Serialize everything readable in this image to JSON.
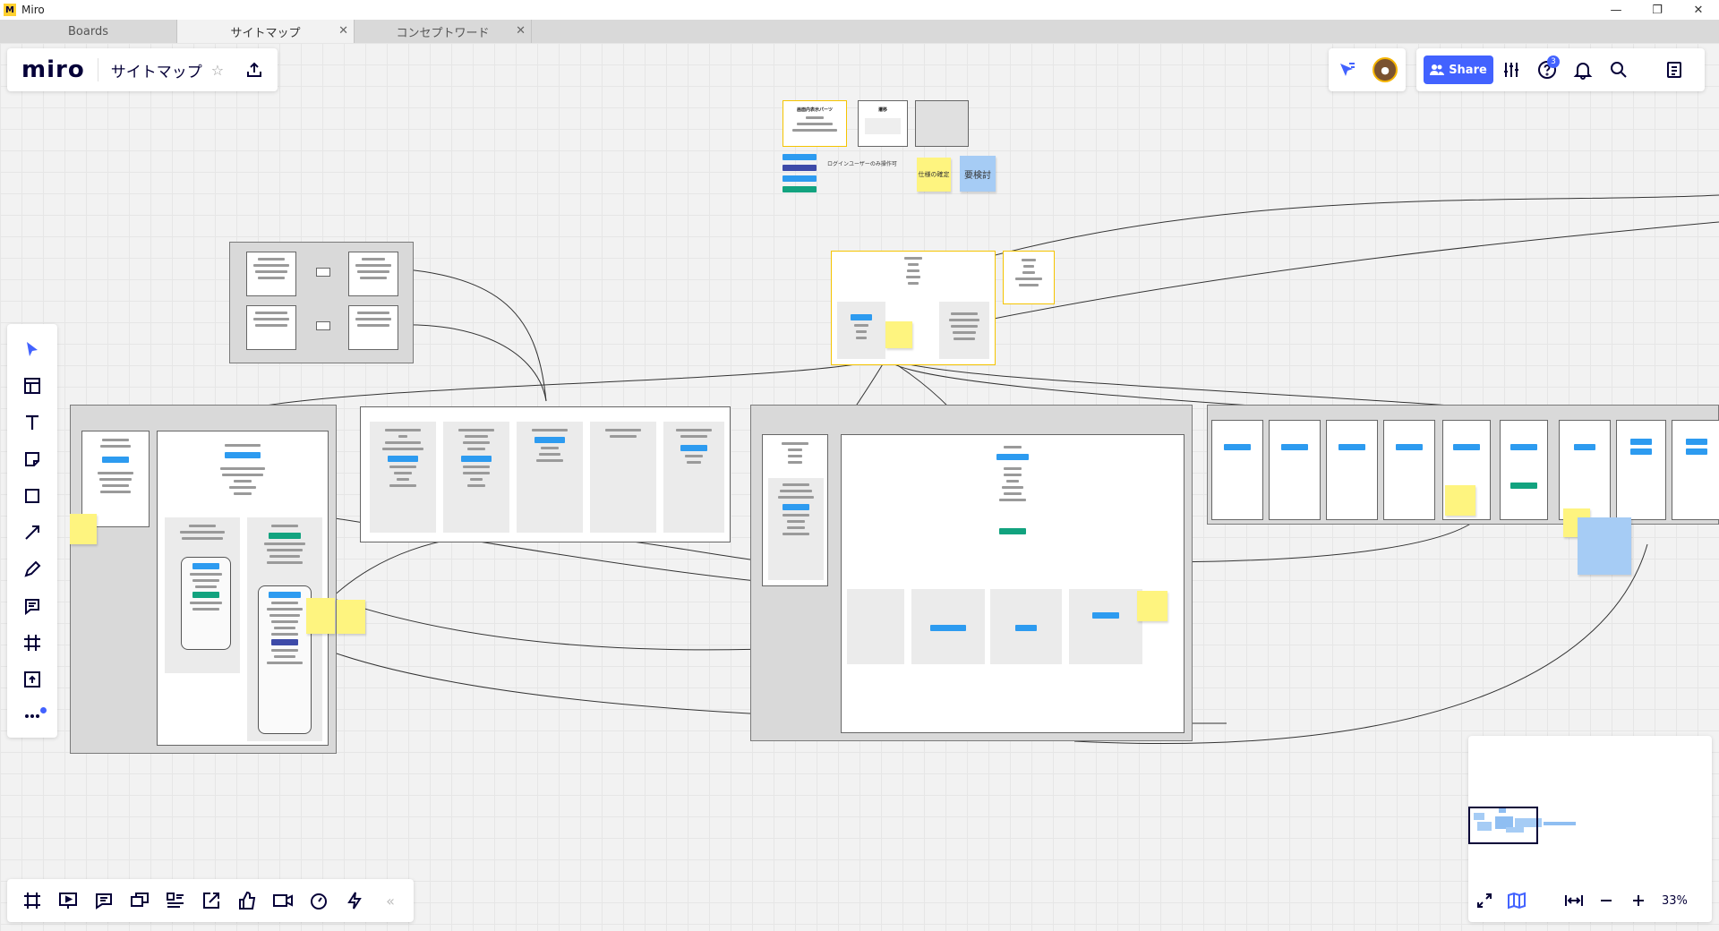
{
  "window": {
    "app_title": "Miro",
    "controls": [
      "minimize",
      "restore",
      "close"
    ]
  },
  "tabs": [
    {
      "label": "Boards",
      "active": false,
      "closable": false
    },
    {
      "label": "サイトマップ",
      "active": true,
      "closable": true
    },
    {
      "label": "コンセプトワード",
      "active": false,
      "closable": true
    }
  ],
  "board": {
    "logo": "miro",
    "name": "サイトマップ",
    "star_icon": "star-icon",
    "export_icon": "upload-icon"
  },
  "header_tools": {
    "share_label": "Share",
    "help_badge_count": "3",
    "icons": [
      "presentation-pointer-icon",
      "avatar",
      "settings-sliders-icon",
      "help-icon",
      "bell-icon",
      "search-icon",
      "notes-panel-icon"
    ]
  },
  "left_toolbar": {
    "tools": [
      "select-icon",
      "templates-icon",
      "text-icon",
      "sticky-note-icon",
      "shape-icon",
      "connector-icon",
      "pen-icon",
      "comment-icon",
      "frame-icon",
      "upload-icon",
      "more-icon"
    ]
  },
  "bottom_toolbar": {
    "tools": [
      "frames-icon",
      "presentation-icon",
      "comments-icon",
      "screens-icon",
      "cards-icon",
      "share-screen-icon",
      "vote-icon",
      "video-icon",
      "timer-icon",
      "lightning-icon",
      "collapse-icon"
    ],
    "collapse_label": "«"
  },
  "minimap": {
    "zoom_value": "33%",
    "icons": [
      "fullscreen-icon",
      "map-icon",
      "fit-width-icon",
      "zoom-out-icon",
      "zoom-in-icon"
    ]
  },
  "legend": {
    "note_login": "ログインユーザーのみ操作可",
    "sticky_yellow": "仕様の確定",
    "sticky_blue": "要検討",
    "box1_title": "画面内表示パーツ",
    "box2_title": "遷移"
  },
  "colors": {
    "accent": "#4262ff",
    "pill_blue": "#2d9bf0",
    "pill_green": "#12a37f",
    "pill_navy": "#3d4aa8",
    "sticky_yellow": "#fef47f",
    "sticky_blue": "#a6ccf5",
    "frame_gray": "#d9d9d9"
  }
}
